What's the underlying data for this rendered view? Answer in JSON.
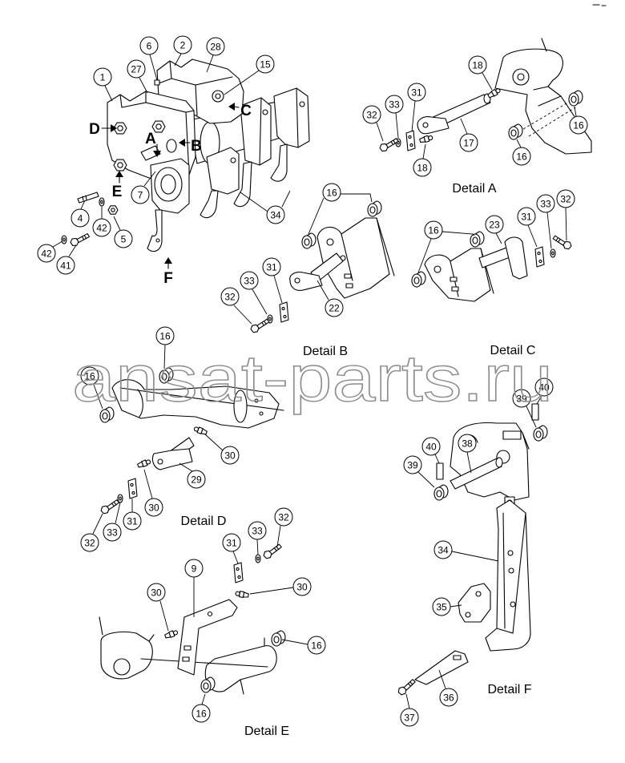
{
  "diagram": {
    "main": {
      "callouts": [
        "6",
        "2",
        "28",
        "15",
        "1",
        "27",
        "7",
        "4",
        "42",
        "5",
        "42",
        "41",
        "34"
      ],
      "markers": [
        "A",
        "B",
        "C",
        "D",
        "E",
        "F"
      ]
    },
    "detail_a": {
      "label": "Detail A",
      "callouts": [
        "18",
        "31",
        "33",
        "32",
        "17",
        "18",
        "16",
        "16"
      ]
    },
    "detail_b": {
      "label": "Detail B",
      "callouts": [
        "16",
        "31",
        "33",
        "32",
        "22"
      ]
    },
    "detail_c": {
      "label": "Detail C",
      "callouts": [
        "16",
        "23",
        "31",
        "33",
        "32"
      ]
    },
    "detail_d": {
      "label": "Detail D",
      "callouts": [
        "16",
        "16",
        "30",
        "29",
        "30",
        "31",
        "33",
        "32"
      ]
    },
    "detail_e": {
      "label": "Detail E",
      "callouts": [
        "9",
        "31",
        "33",
        "32",
        "30",
        "30",
        "16",
        "16"
      ]
    },
    "detail_f": {
      "label": "Detail F",
      "callouts": [
        "40",
        "39",
        "40",
        "39",
        "38",
        "34",
        "35",
        "36",
        "37"
      ]
    }
  },
  "watermark": "ansat-parts.ru",
  "colors": {
    "line": "#000000",
    "background": "#ffffff",
    "watermark": "#8c8c8c"
  }
}
